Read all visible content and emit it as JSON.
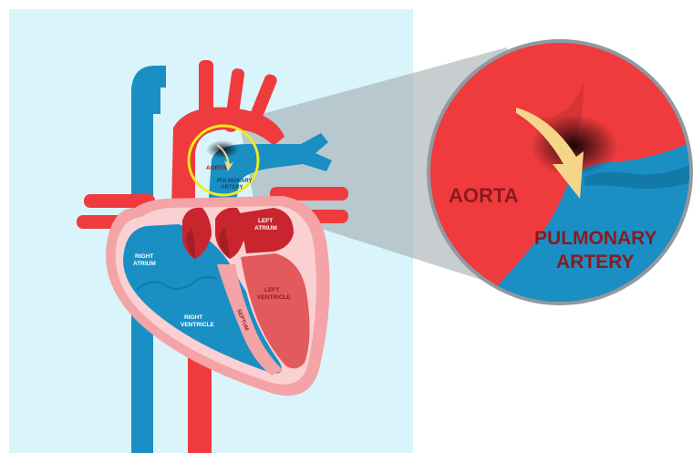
{
  "colors": {
    "panel_bg": "#d9f4fa",
    "blue": "#1a8fc4",
    "blue_dark": "#137aa8",
    "red": "#ef3b3e",
    "red_dark": "#c8252e",
    "maroon": "#8b1a1f",
    "pink": "#f4a3a6",
    "pink_light": "#fbd0d2",
    "highlight_ring": "#f2ea1c",
    "zoom_beam": "#9aa5aa",
    "arrow": "#f4d58a"
  },
  "diagram": {
    "labels": {
      "aorta_small": "AORTA",
      "pulmonary_small_1": "PULMONARY",
      "pulmonary_small_2": "ARTERY",
      "left_atrium_1": "LEFT",
      "left_atrium_2": "ATRIUM",
      "right_atrium_1": "RIGHT",
      "right_atrium_2": "ATRIUM",
      "left_ventricle_1": "LEFT",
      "left_ventricle_2": "VENTRICLE",
      "right_ventricle_1": "RIGHT",
      "right_ventricle_2": "VENTRICLE",
      "septum": "SEPTUM"
    },
    "zoom": {
      "aorta": "AORTA",
      "pulmonary_1": "PULMONARY",
      "pulmonary_2": "ARTERY"
    }
  }
}
